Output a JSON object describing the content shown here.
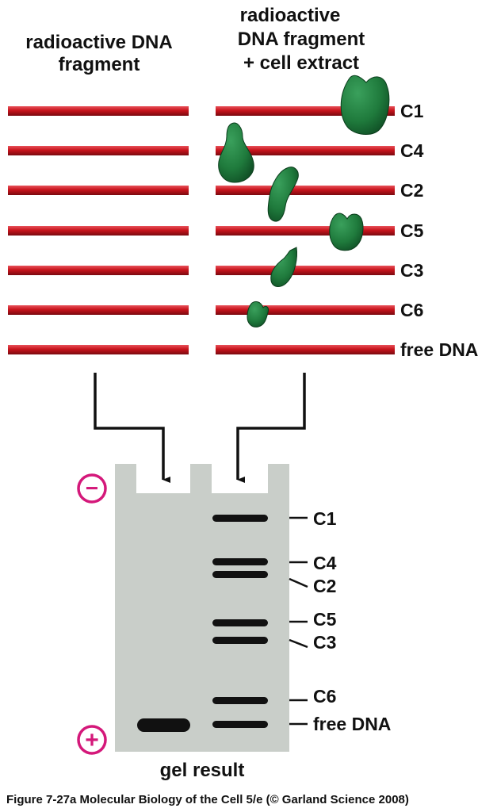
{
  "headers": {
    "left": [
      "radioactive DNA",
      "fragment"
    ],
    "right": [
      "radioactive",
      "DNA fragment",
      "+ cell extract"
    ]
  },
  "complexes": [
    {
      "label": "C1"
    },
    {
      "label": "C4"
    },
    {
      "label": "C2"
    },
    {
      "label": "C5"
    },
    {
      "label": "C3"
    },
    {
      "label": "C6"
    },
    {
      "label": "free DNA"
    }
  ],
  "gel": {
    "minus_symbol": "−",
    "plus_symbol": "+",
    "band_labels": [
      "C1",
      "C4",
      "C2",
      "C5",
      "C3",
      "C6",
      "free DNA"
    ],
    "title": "gel result"
  },
  "caption": "Figure 7-27a  Molecular Biology of the Cell 5/e (© Garland Science 2008)",
  "colors": {
    "dna_red": "#c8141c",
    "protein_green": "#1f7a3c",
    "gel_gray": "#c9cec9",
    "electrode_magenta": "#d4187a",
    "band_black": "#111111"
  }
}
